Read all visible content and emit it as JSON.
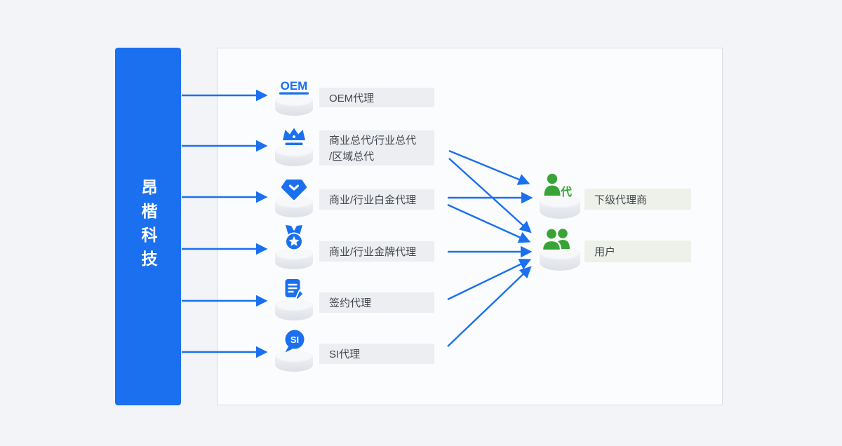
{
  "company": {
    "name": "昂楷科技"
  },
  "agents": [
    {
      "id": "oem",
      "name": "OEM代理",
      "icon": "oem-badge-icon",
      "icon_text": "OEM"
    },
    {
      "id": "general",
      "name": "商业总代/行业总代/区域总代",
      "name_line1": "商业总代/行业总代",
      "name_line2": "/区域总代",
      "icon": "crown-icon"
    },
    {
      "id": "platinum",
      "name": "商业/行业白金代理",
      "icon": "gem-icon"
    },
    {
      "id": "gold",
      "name": "商业/行业金牌代理",
      "icon": "medal-icon"
    },
    {
      "id": "contract",
      "name": "签约代理",
      "icon": "contract-doc-icon"
    },
    {
      "id": "si",
      "name": "SI代理",
      "icon": "si-bubble-icon",
      "icon_text": "SI"
    }
  ],
  "targets": [
    {
      "id": "sub-agent",
      "name": "下级代理商",
      "icon": "agent-person-icon",
      "icon_text": "代"
    },
    {
      "id": "user",
      "name": "用户",
      "icon": "user-group-icon"
    }
  ],
  "edges": [
    {
      "from": "company",
      "to": "oem"
    },
    {
      "from": "company",
      "to": "general"
    },
    {
      "from": "company",
      "to": "platinum"
    },
    {
      "from": "company",
      "to": "gold"
    },
    {
      "from": "company",
      "to": "contract"
    },
    {
      "from": "company",
      "to": "si"
    },
    {
      "from": "general",
      "to": "sub-agent"
    },
    {
      "from": "general",
      "to": "user"
    },
    {
      "from": "platinum",
      "to": "sub-agent"
    },
    {
      "from": "platinum",
      "to": "user"
    },
    {
      "from": "gold",
      "to": "user"
    },
    {
      "from": "contract",
      "to": "user"
    },
    {
      "from": "si",
      "to": "user"
    }
  ],
  "colors": {
    "primary_blue": "#1a70ee",
    "green": "#3aa336",
    "page_bg": "#f2f4f7",
    "panel_bg": "#fbfcfe",
    "panel_border": "#d9dce2",
    "label_bg": "#eceef1",
    "target_label_bg": "#edf1ea",
    "label_text": "#42474d"
  }
}
